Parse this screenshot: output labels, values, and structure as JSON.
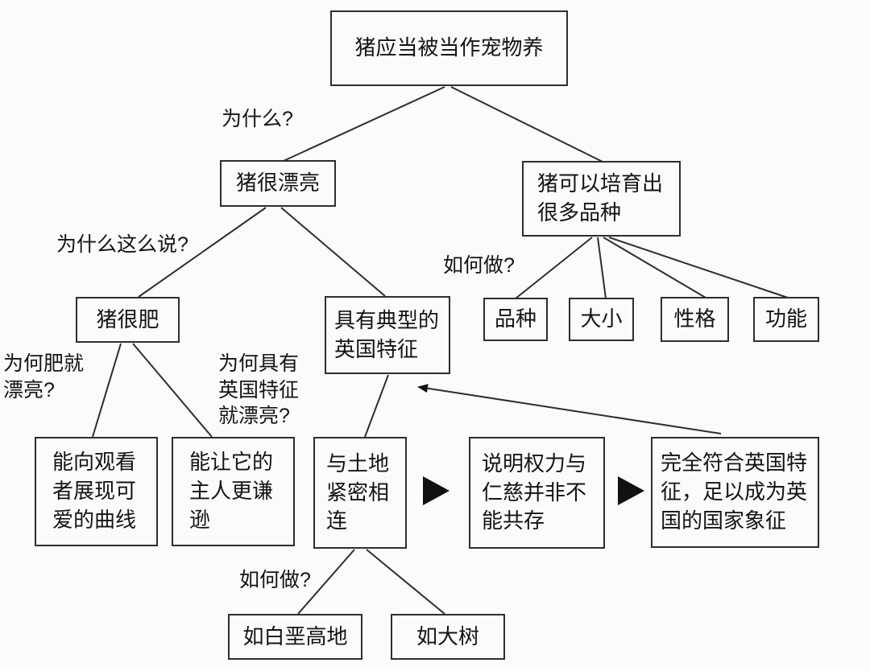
{
  "diagram": {
    "colors": {
      "background": "#fbfbfb",
      "line": "#2e2e2e",
      "text": "#141414",
      "arrow_fill": "#111111"
    },
    "nodes": {
      "root": "猪应当被当作宠物养",
      "pretty": "猪很漂亮",
      "breeds": "猪可以培育出很多品种",
      "fat": "猪很肥",
      "english_trait": "具有典型的英国特征",
      "variety": "品种",
      "size": "大小",
      "temperament": "性格",
      "function": "功能",
      "curves": "能向观看者展现可爱的曲线",
      "humble": "能让它的主人更谦逊",
      "land": "与土地紧密相连",
      "power_mercy": "说明权力与仁慈并非不能共存",
      "national_symbol": "完全符合英国特征，足以成为英国的国家象征",
      "chalk_highland": "如白垩高地",
      "big_tree": "如大树"
    },
    "question_labels": {
      "why": "为什么?",
      "why_say_so": "为什么这么说?",
      "how_breeds": "如何做?",
      "why_fat_pretty": "为何肥就漂亮?",
      "why_english_pretty": "为何具有英国特征就漂亮?",
      "how_land": "如何做?"
    }
  }
}
